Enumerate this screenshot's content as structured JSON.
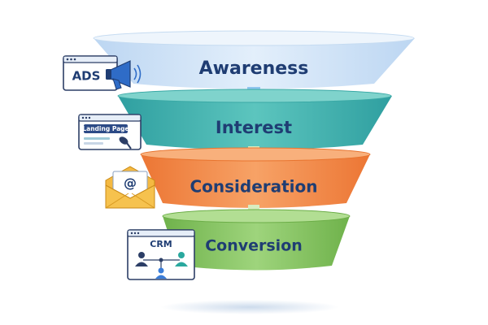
{
  "stages": [
    {
      "label": "Awareness",
      "color": "#cfe3f7"
    },
    {
      "label": "Interest",
      "color": "#46b5b0"
    },
    {
      "label": "Consideration",
      "color": "#f1884a"
    },
    {
      "label": "Conversion",
      "color": "#86c662"
    }
  ],
  "icons": {
    "ads": {
      "name": "ads-browser-icon",
      "text": "ADS"
    },
    "landing": {
      "name": "landing-page-browser-icon",
      "text": "Landing Page"
    },
    "email": {
      "name": "email-envelope-icon",
      "text": "@"
    },
    "crm": {
      "name": "crm-network-icon",
      "text": "CRM"
    }
  }
}
